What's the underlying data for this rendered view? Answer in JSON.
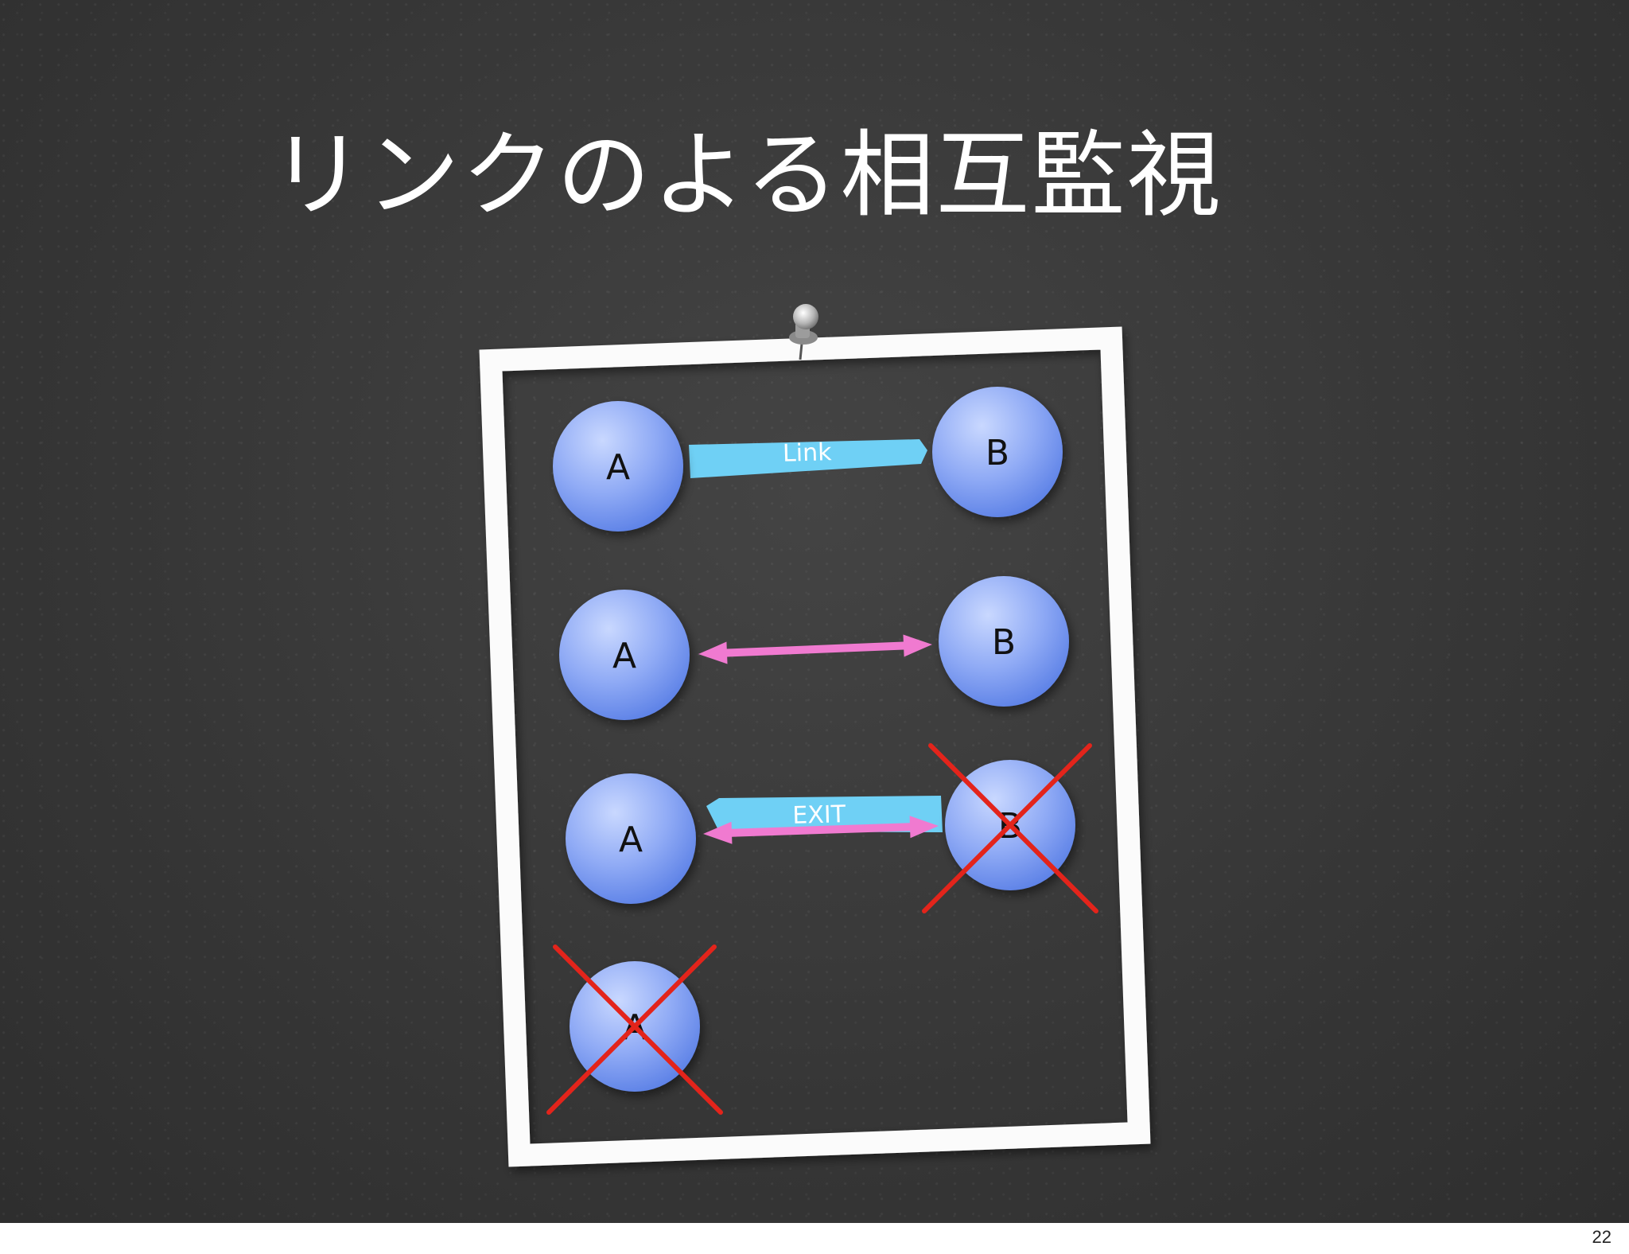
{
  "slide": {
    "title": "リンクのよる相互監視",
    "page_number": "22"
  },
  "diagram": {
    "rows": [
      {
        "left": "A",
        "right": "B",
        "connector": "link",
        "connector_label": "Link",
        "left_crossed": false,
        "right_crossed": false
      },
      {
        "left": "A",
        "right": "B",
        "connector": "bidirectional",
        "connector_label": "",
        "left_crossed": false,
        "right_crossed": false
      },
      {
        "left": "A",
        "right": "B",
        "connector": "exit",
        "connector_label": "EXIT",
        "left_crossed": false,
        "right_crossed": true
      },
      {
        "left": "A",
        "right": "",
        "connector": "none",
        "connector_label": "",
        "left_crossed": true,
        "right_crossed": false
      }
    ],
    "colors": {
      "node_light": "#c9d8ff",
      "node_dark": "#5b80e6",
      "link_arrow": "#6fd0f5",
      "monitor_arrow": "#f07ad0",
      "cross": "#e3241b",
      "frame": "#fbfbfb",
      "board_bg": "#3a3a3a"
    }
  }
}
